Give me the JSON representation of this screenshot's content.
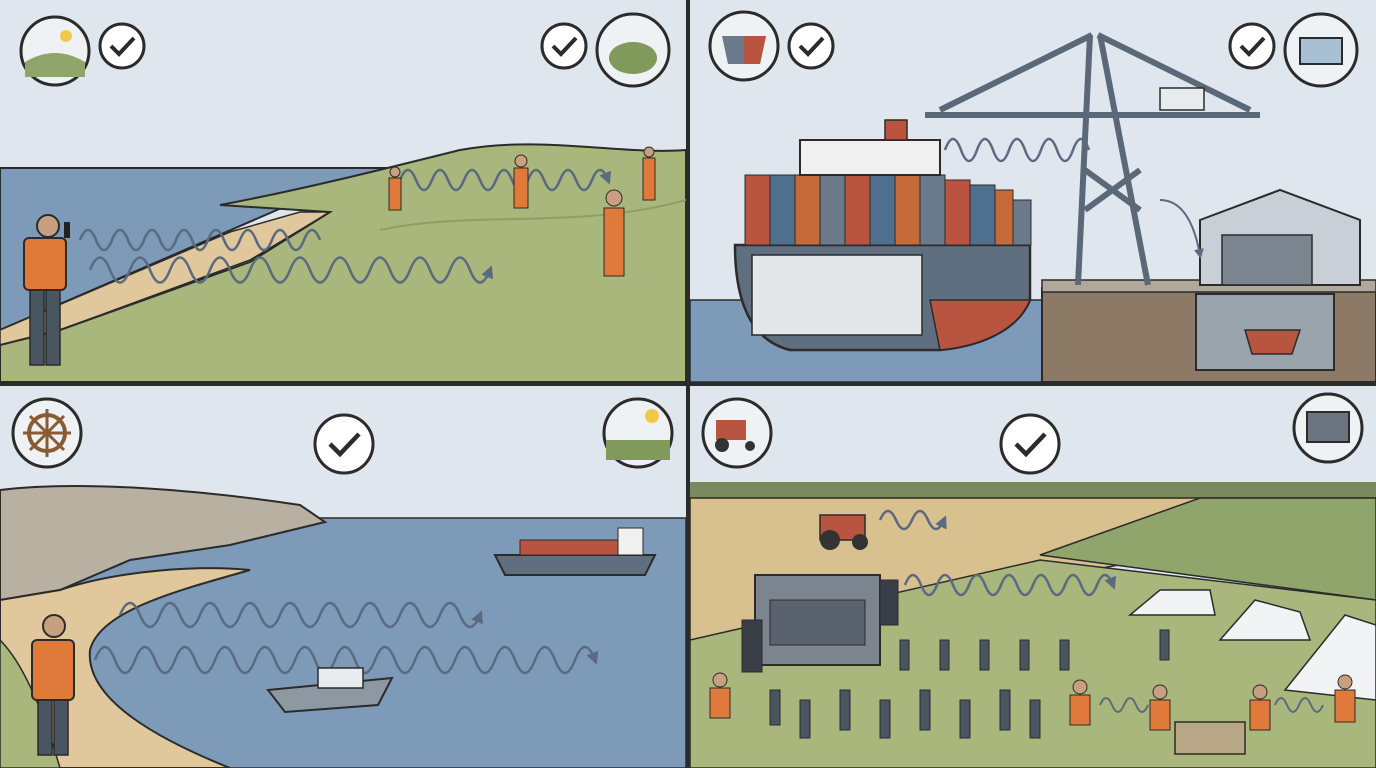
{
  "panels": [
    {
      "id": "coastal-hills",
      "icons": [
        "landscape-icon",
        "check-icon",
        "check-icon",
        "shrub-icon"
      ]
    },
    {
      "id": "port-shipyard",
      "icons": [
        "ship-hull-icon",
        "check-icon",
        "check-icon",
        "control-room-icon"
      ]
    },
    {
      "id": "sea-coast",
      "icons": [
        "ship-wheel-icon",
        "check-icon",
        "field-icon"
      ]
    },
    {
      "id": "farm-festival",
      "icons": [
        "tractor-icon",
        "check-icon",
        "stage-icon"
      ]
    }
  ],
  "colors": {
    "sky": "#dfe6ee",
    "water": "#7d9bb8",
    "grass": "#a9b77d",
    "sand": "#e0c89c",
    "outline": "#2b2b2b",
    "wave": "#5a6a80",
    "vest": "#e07a3a",
    "worker": "#4a5562",
    "hull_red": "#b8543f",
    "hull_grey": "#5f6f80"
  }
}
